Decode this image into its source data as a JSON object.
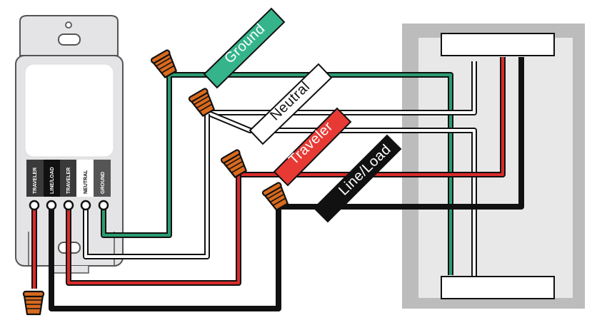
{
  "diagram": {
    "wire_tags": {
      "ground": "Ground",
      "neutral": "Neutral",
      "traveler": "Traveler",
      "line_load": "Line/Load"
    },
    "terminals": [
      "TRAVELER",
      "LINE/LOAD",
      "TRAVELER",
      "NEUTRAL",
      "GROUND"
    ]
  },
  "colors": {
    "ground_wire": "#2a9d72",
    "ground_tag": "#35b48c",
    "traveler_wire": "#d92b2b",
    "traveler_tag": "#e83a35",
    "line_wire": "#111111",
    "neutral_wire": "#ffffff",
    "wire_nut": "#d96a1e",
    "switch_body": "#e4e4e6",
    "box": "#bcbcbc"
  }
}
